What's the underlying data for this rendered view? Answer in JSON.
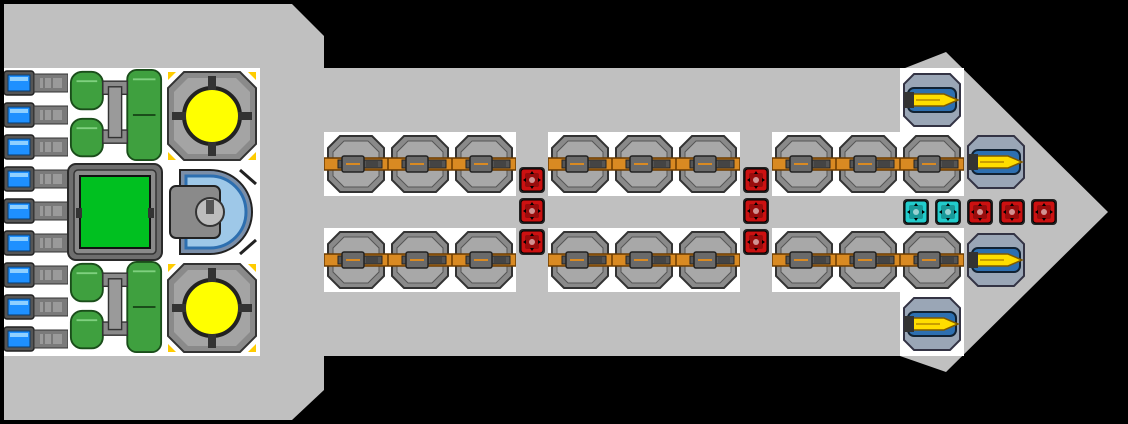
{
  "colors": {
    "background": "#000000",
    "hull": "#c0c0c0",
    "tile": "#ffffff",
    "rail_orange": "#e08a1e",
    "tank_green": "#3fa03f",
    "display_green": "#00c020",
    "reactor_yellow": "#ffff00",
    "battery_blue": "#1e90ff",
    "control_red": "#cc1111",
    "control_cyan": "#22cccc",
    "missile_yellow": "#ffdd00"
  },
  "ship": {
    "battery_cells": 9,
    "fuel_tank_groups": 2,
    "reactor_cores": 2,
    "computer_display": "green-screen",
    "cockpit": "dome-turret",
    "railgun_rows": 2,
    "railgun_groups_per_row": 3,
    "railguns_per_group": 3,
    "ammo_connectors_per_column": 3,
    "connector_columns": 2,
    "missile_launchers": 4,
    "nose_connectors": [
      {
        "color": "cyan"
      },
      {
        "color": "cyan"
      },
      {
        "color": "red"
      },
      {
        "color": "red"
      },
      {
        "color": "red"
      }
    ]
  }
}
